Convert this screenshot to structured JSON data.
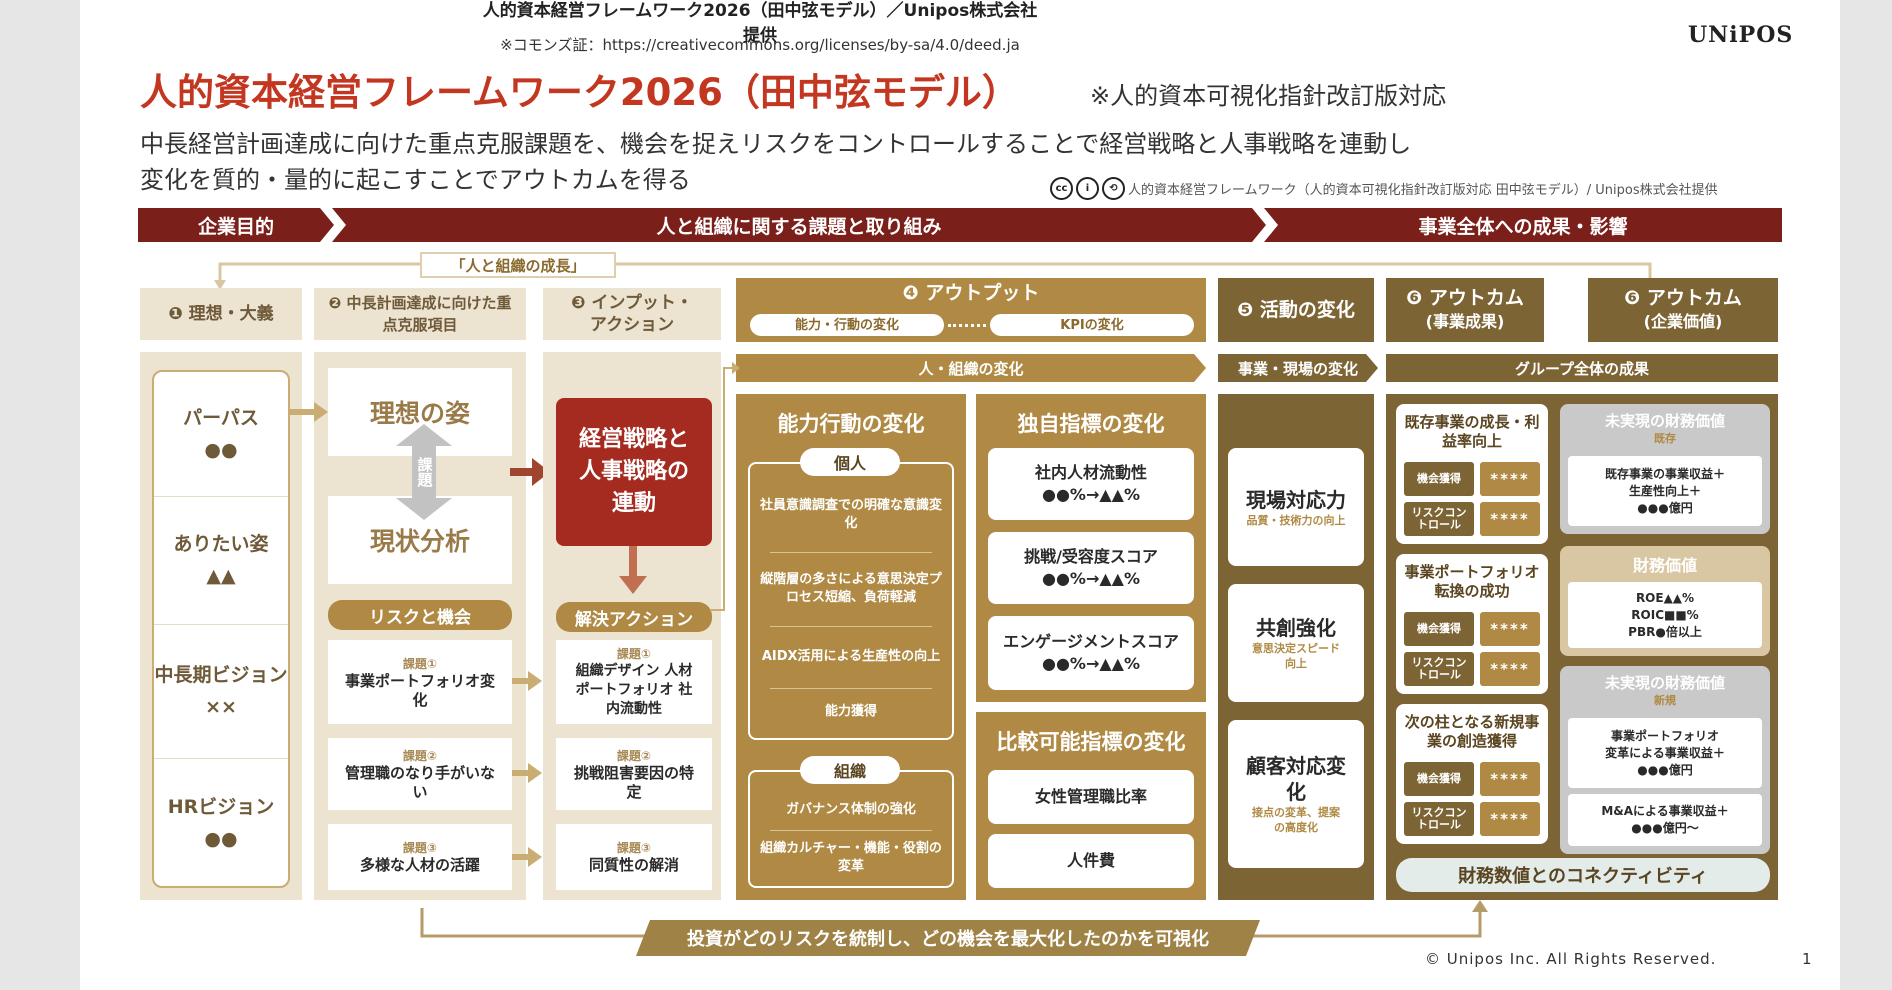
{
  "header": {
    "line1": "人的資本経営フレームワーク2026（田中弦モデル）／Unipos株式会社提供",
    "line2": "※コモンズ証：https://creativecommons.org/licenses/by-sa/4.0/deed.ja",
    "logo": "UNiPOS"
  },
  "title": "人的資本経営フレームワーク2026（田中弦モデル）",
  "title_note": "※人的資本可視化指針改訂版対応",
  "subtitle_1": "中長経営計画達成に向けた重点克服課題を、機会を捉えリスクをコントロールすることで経営戦略と人事戦略を連動し",
  "subtitle_2": "変化を質的・量的に起こすことでアウトカムを得る",
  "cc_text": "人的資本経営フレームワーク（人的資本可視化指針改訂版対応 田中弦モデル）/ Unipos株式会社提供",
  "bands": [
    "企業目的",
    "人と組織に関する課題と取り組み",
    "事業全体への成果・影響"
  ],
  "seichou": "「人と組織の成長」",
  "col_headers": {
    "c1": "❶ 理想・大義",
    "c2": "❷ 中長計画達成に向けた重点克服項目",
    "c3": "❸ インプット・アクション",
    "c4": "❹ アウトプット",
    "c4_pill1": "能力・行動の変化",
    "c4_pill2": "KPIの変化",
    "c5": "❺ 活動の変化",
    "c6a_title": "❻ アウトカム",
    "c6a_sub": "(事業成果)",
    "c6b_title": "❻ アウトカム",
    "c6b_sub": "(企業価値)"
  },
  "subbars": {
    "people_org": "人・組織の変化",
    "business": "事業・現場の変化",
    "group": "グループ全体の成果"
  },
  "col1": {
    "items": [
      {
        "label": "パーパス",
        "value": "●●"
      },
      {
        "label": "ありたい姿",
        "value": "▲▲"
      },
      {
        "label": "中長期ビジョン",
        "value": "××"
      },
      {
        "label": "HRビジョン",
        "value": "●●"
      }
    ]
  },
  "col2": {
    "ideal": "理想の姿",
    "arrow": "課題",
    "current": "現状分析",
    "risk_header": "リスクと機会",
    "items": [
      {
        "tag": "課題①",
        "text": "事業ポートフォリオ変化"
      },
      {
        "tag": "課題②",
        "text": "管理職のなり手がいない"
      },
      {
        "tag": "課題③",
        "text": "多様な人材の活躍"
      }
    ]
  },
  "col3": {
    "red": "経営戦略と人事戦略の連動",
    "action_header": "解決アクション",
    "items": [
      {
        "tag": "課題①",
        "text": "組織デザイン 人材ポートフォリオ 社内流動性"
      },
      {
        "tag": "課題②",
        "text": "挑戦阻害要因の特定"
      },
      {
        "tag": "課題③",
        "text": "同質性の解消"
      }
    ]
  },
  "col4a": {
    "title": "能力行動の変化",
    "individual": "個人",
    "ind_items": [
      "社員意識調査での明確な意識変化",
      "縦階層の多さによる意思決定プロセス短縮、負荷軽減",
      "AIDX活用による生産性の向上",
      "能力獲得"
    ],
    "org": "組織",
    "org_items": [
      "ガバナンス体制の強化",
      "組織カルチャー・機能・役割の変革"
    ]
  },
  "col4b": {
    "title": "独自指標の変化",
    "items": [
      {
        "name": "社内人材流動性",
        "value": "●●%→▲▲%"
      },
      {
        "name": "挑戦/受容度スコア",
        "value": "●●%→▲▲%"
      },
      {
        "name": "エンゲージメントスコア",
        "value": "●●%→▲▲%"
      }
    ],
    "title2": "比較可能指標の変化",
    "items2": [
      "女性管理職比率",
      "人件費"
    ]
  },
  "col5": {
    "items": [
      {
        "name": "現場対応力",
        "sub": "品質・技術力の向上"
      },
      {
        "name": "共創強化",
        "sub": "意思決定スピード向上"
      },
      {
        "name": "顧客対応変化",
        "sub": "接点の変革、提案の高度化"
      }
    ]
  },
  "col6a": {
    "groups": [
      {
        "title": "既存事業の成長・利益率向上"
      },
      {
        "title": "事業ポートフォリオ転換の成功"
      },
      {
        "title": "次の柱となる新規事業の創造獲得"
      }
    ],
    "tag1": "機会獲得",
    "tag2": "リスクコントロール",
    "stars": "****"
  },
  "col6b": {
    "unrealized1_title": "未実現の財務価値",
    "unrealized1_tag": "既存",
    "unrealized1_body": [
      "既存事業の事業収益＋",
      "生産性向上＋",
      "●●●億円"
    ],
    "fin_title": "財務価値",
    "fin_body": [
      "ROE▲▲%",
      "ROIC■■%",
      "PBR●倍以上"
    ],
    "unrealized2_title": "未実現の財務価値",
    "unrealized2_tag": "新規",
    "unrealized2_body": [
      "事業ポートフォリオ",
      "変革による事業収益＋",
      "●●●億円"
    ],
    "ma_body": [
      "M&Aによる事業収益＋",
      "●●●億円〜"
    ]
  },
  "connectivity": "財務数値とのコネクティビティ",
  "investment": "投資がどのリスクを統制し、どの機会を最大化したのかを可視化",
  "copyright": "© Unipos Inc. All Rights Reserved.",
  "page_number": "1"
}
